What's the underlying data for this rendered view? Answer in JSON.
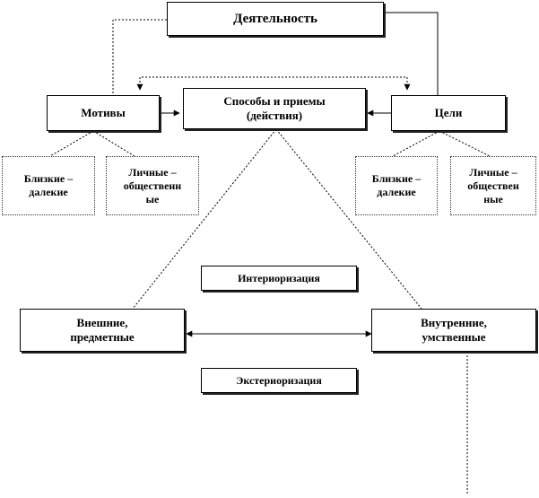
{
  "diagram": {
    "activity": "Деятельность",
    "motives": "Мотивы",
    "methods": "Способы и приемы\n(действия)",
    "goals": "Цели",
    "motives_near_far": "Близкие –\nдалекие",
    "motives_personal_social": "Личные –\nобщественн\nые",
    "goals_near_far": "Близкие –\nдалекие",
    "goals_personal_social": "Личные –\nобществен\nные",
    "interiorization": "Интериоризация",
    "exteriorization": "Экстериоризация",
    "external": "Внешние,\nпредметные",
    "internal": "Внутренние,\nумственные"
  }
}
